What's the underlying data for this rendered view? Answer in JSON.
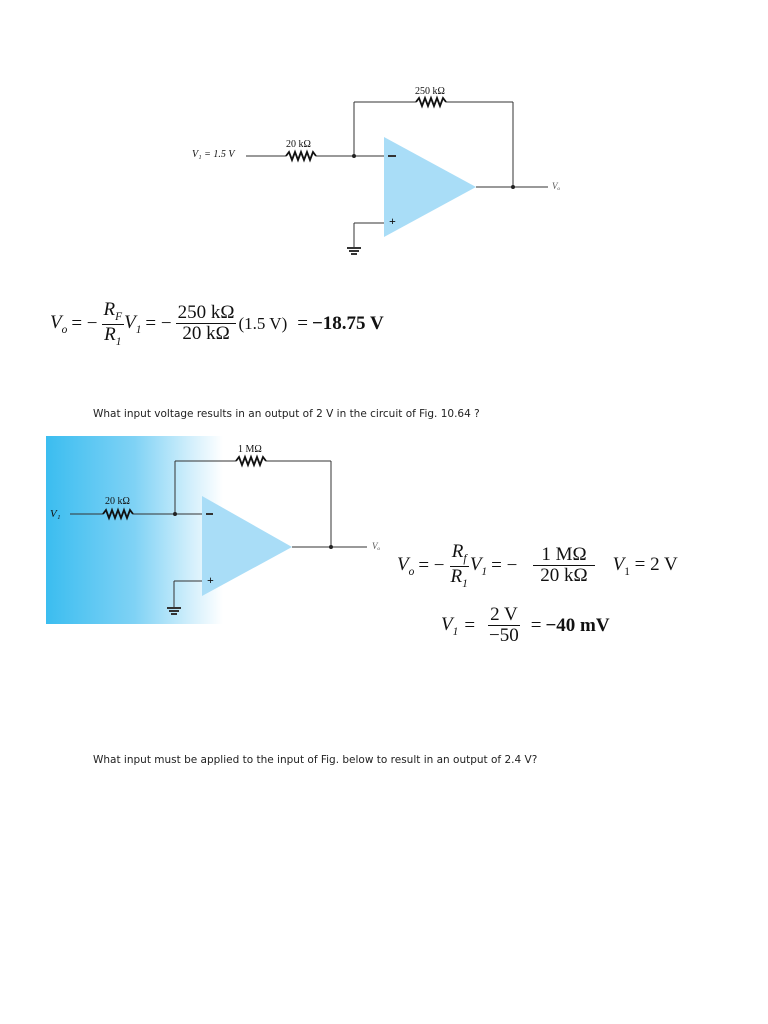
{
  "circuit1": {
    "input_label": "V₁ = 1.5 V",
    "r1_label": "20 kΩ",
    "rf_label": "250 kΩ",
    "output_label": "Vₒ",
    "minus_sign": "−",
    "plus_sign": "+",
    "opamp_color": "#a9ddf7"
  },
  "equation1": {
    "lhs": "V",
    "lhs_sub": "o",
    "eq1": "= −",
    "rf": "R",
    "rf_sub": "F",
    "r1": "R",
    "r1_sub": "1",
    "v1": "V",
    "v1_sub": "1",
    "eq2": "= −",
    "num": "250 kΩ",
    "den": "20 kΩ",
    "factor": "(1.5 V)",
    "eq3": "=",
    "result": "−18.75 V"
  },
  "question1": "What input voltage results in an output of 2 V in the circuit of Fig. 10.64 ?",
  "circuit2": {
    "input_label": "V₁",
    "r1_label": "20 kΩ",
    "rf_label": "1 MΩ",
    "output_label": "Vₒ",
    "minus_sign": "−",
    "plus_sign": "+",
    "opamp_color": "#a9ddf7",
    "panel_gradient_left": "#3bbdf0",
    "panel_gradient_right": "#ffffff"
  },
  "equation2": {
    "lhs": "V",
    "lhs_sub": "o",
    "eq1": "= −",
    "rf": "R",
    "rf_sub": "f",
    "r1": "R",
    "r1_sub": "1",
    "v1": "V",
    "v1_sub": "1",
    "eq2": "= −",
    "num": "1 MΩ",
    "den": "20 kΩ",
    "given_lhs": "V",
    "given_sub": "1",
    "given_rhs": "= 2 V"
  },
  "equation3": {
    "lhs": "V",
    "lhs_sub": "1",
    "eq1": "=",
    "num": "2 V",
    "den": "−50",
    "eq2": "=",
    "result": "−40 mV"
  },
  "question2": "What input must be applied to the input of Fig. below to result in an output of 2.4 V?"
}
